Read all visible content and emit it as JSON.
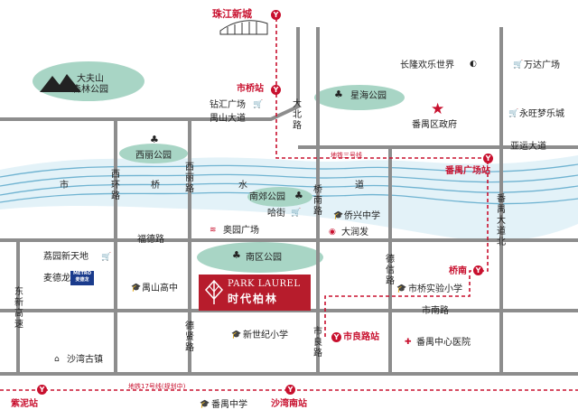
{
  "places": {
    "zhujiang_xincheng": "珠江新城",
    "changlong": "长隆欢乐世界",
    "wanda": "万达广场",
    "dafushan": "大夫山\n森林公园",
    "shiqiao_station": "市桥站",
    "xinghai_park": "星海公园",
    "panyu_gov": "番禺区政府",
    "yongwang": "永旺梦乐城",
    "zuanhui": "钻汇广场",
    "yayun_road": "亚运大道",
    "xili_park": "西丽公园",
    "line3_label": "地铁三号线",
    "panyu_square_station": "番禺广场站",
    "river_shi": "市",
    "river_qiao": "桥",
    "river_shui": "水",
    "river_dao": "道",
    "nanjiao_park": "南郊公园",
    "hajie": "哈街",
    "qiaoxing_school": "侨兴中学",
    "aoyuan": "奥园广场",
    "dadunfa": "大润发",
    "fude_road": "福德路",
    "nanqu_park": "南区公园",
    "liyuan": "荔园新天地",
    "maidelong": "麦德龙",
    "zhoushan_school": "禺山高中",
    "qiaonan_station": "桥南",
    "shiqiao_exp_school": "市桥实验小学",
    "shinan_road": "市南路",
    "xinshiji_school": "新世纪小学",
    "shiliang_station": "市良路站",
    "panyu_hospital": "番禺中心医院",
    "shawan_town": "沙湾古镇",
    "line17_label": "地铁17号线(规划中)",
    "zini_station": "紫泥站",
    "panyu_school": "番禺中学",
    "shawan_south_station": "沙湾南站",
    "dabei_road": "大北路",
    "xihuan_road": "西环路",
    "xili_road": "西丽路",
    "qiaonan_road": "桥南路",
    "panyu_dadao_north": "番禺大道北",
    "dexin_road": "德信路",
    "dongxin_gaosu": "东新高速",
    "dexian_road": "德贤路",
    "shiliang_road": "市良路",
    "zhoushan_dadao": "禺山大道",
    "metro_logo": "METRO\n麦德龙"
  },
  "brand": {
    "name_en": "PARK LAUREL",
    "name_cn": "时代柏林"
  },
  "icons": {
    "metro": "metro-station-icon",
    "shopping": "shopping-cart-icon",
    "school": "graduation-cap-icon",
    "park": "park-tree-icon",
    "hospital": "hospital-cross-icon",
    "government": "government-star-icon"
  },
  "colors": {
    "road": "#8d8d8d",
    "metro": "#c8102e",
    "river": "#5aa7c8",
    "park": "#9ecfbe",
    "brand": "#b71c2c"
  }
}
